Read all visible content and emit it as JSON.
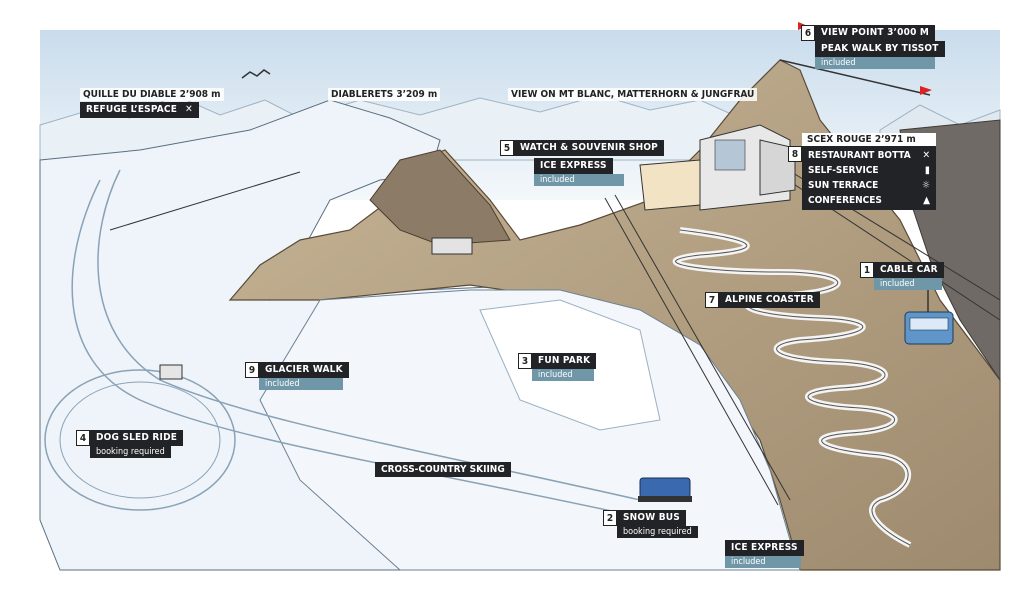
{
  "map": {
    "top_labels": {
      "quille": "QUILLE DU DIABLE 2’908 m",
      "refuge": "REFUGE L’ESPACE",
      "diablerets": "DIABLERETS 3’209 m",
      "view": "VIEW ON MT BLANC, MATTERHORN & JUNGFRAU",
      "scex": "SCEX ROUGE 2’971 m",
      "cross_country": "CROSS-COUNTRY SKIING"
    },
    "points": [
      {
        "num": "1",
        "name": "CABLE CAR",
        "sub": "included",
        "sub_type": "included"
      },
      {
        "num": "2",
        "name": "SNOW BUS",
        "sub": "booking required",
        "sub_type": "booking"
      },
      {
        "num": "3",
        "name": "FUN PARK",
        "sub": "included",
        "sub_type": "included"
      },
      {
        "num": "4",
        "name": "DOG SLED RIDE",
        "sub": "booking required",
        "sub_type": "booking"
      },
      {
        "num": "5",
        "name": "WATCH & SOUVENIR SHOP",
        "sub": "",
        "sub_type": ""
      },
      {
        "num": "6",
        "name": "VIEW POINT 3’000 M",
        "name2": "PEAK WALK BY TISSOT",
        "sub": "included",
        "sub_type": "included"
      },
      {
        "num": "7",
        "name": "ALPINE COASTER",
        "sub": "",
        "sub_type": ""
      },
      {
        "num": "9",
        "name": "GLACIER WALK",
        "sub": "included",
        "sub_type": "included"
      }
    ],
    "ice_express_top": {
      "name": "ICE EXPRESS",
      "sub": "included"
    },
    "ice_express_bottom": {
      "name": "ICE EXPRESS",
      "sub": "included"
    },
    "scex_list": {
      "num": "8",
      "items": [
        {
          "label": "RESTAURANT BOTTA",
          "icon": "cutlery-icon"
        },
        {
          "label": "SELF-SERVICE",
          "icon": "tray-icon"
        },
        {
          "label": "SUN TERRACE",
          "icon": "sun-chair-icon"
        },
        {
          "label": "CONFERENCES",
          "icon": "presentation-icon"
        }
      ]
    },
    "colors": {
      "label_dark": "#222327",
      "label_included": "#6f97a8",
      "snow": "#eef4fa",
      "rock": "#b9a88e",
      "sky": "#dfe9f2"
    }
  }
}
